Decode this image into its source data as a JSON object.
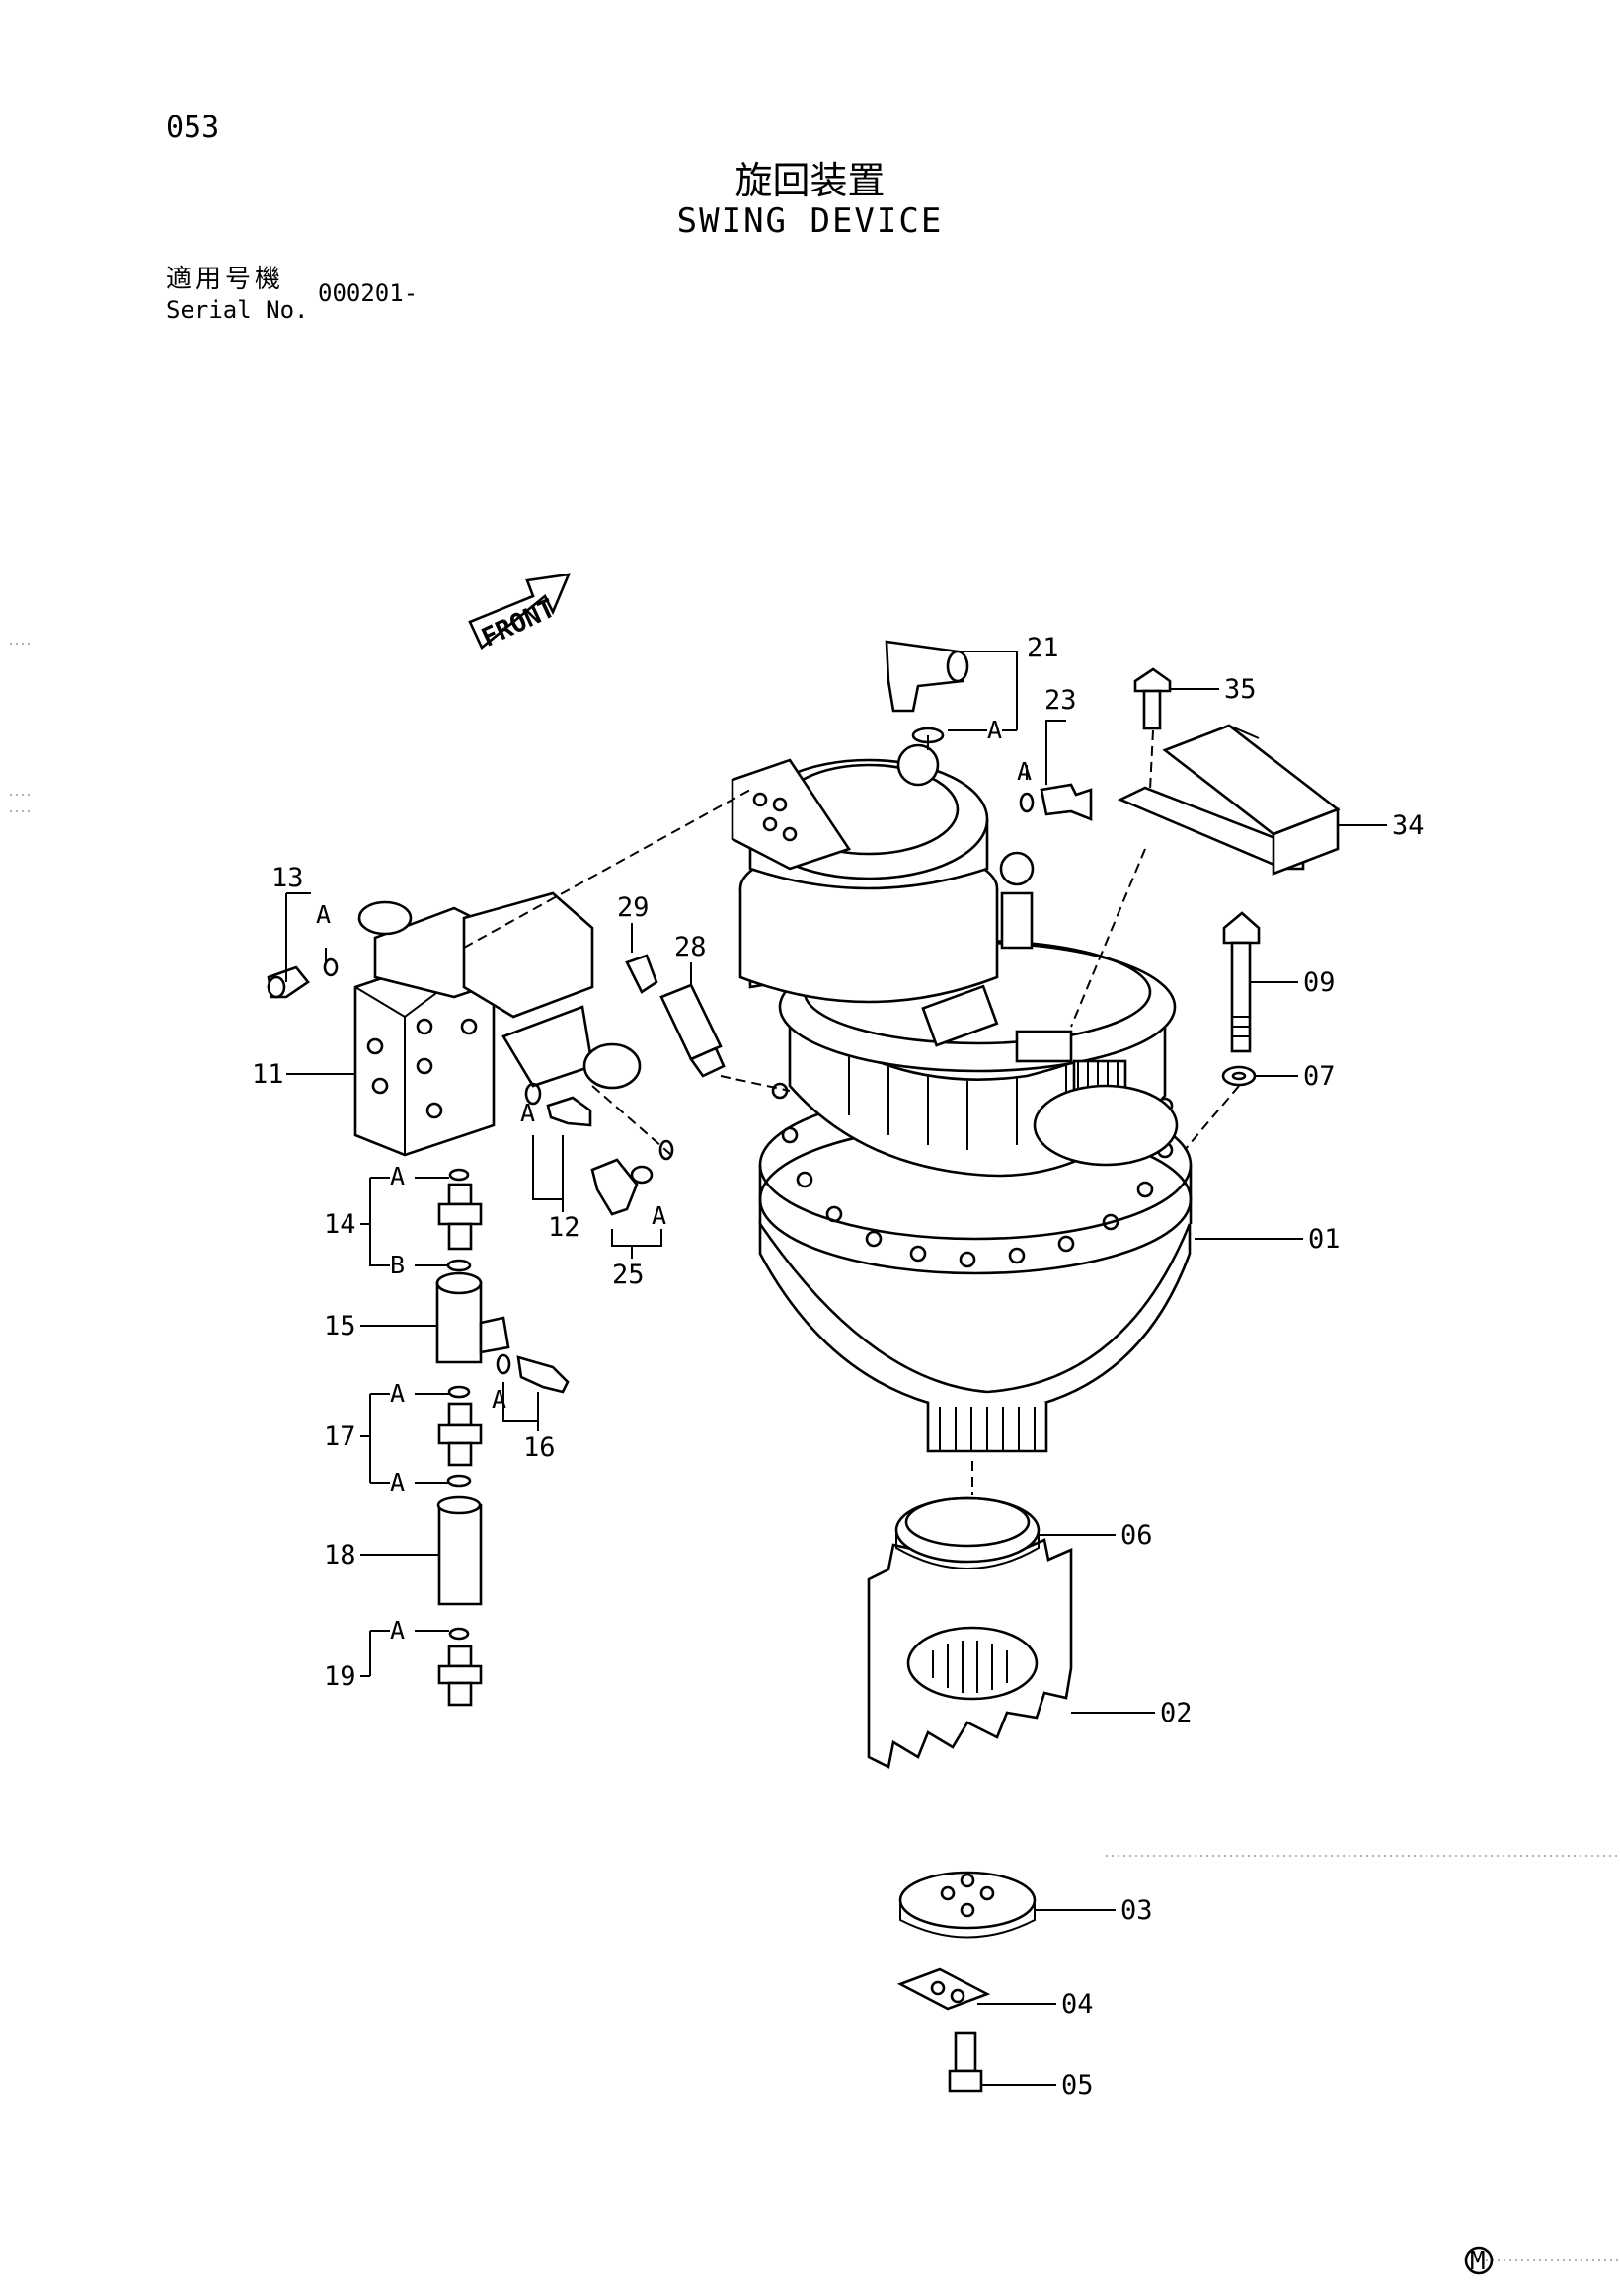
{
  "page_number": "053",
  "title_jp": "旋回装置",
  "title_en": "SWING DEVICE",
  "serial": {
    "label_jp": "適用号機",
    "label_en": "Serial No.",
    "value": "000201-"
  },
  "front_arrow": "FRONT",
  "callouts": {
    "p01": "01",
    "p02": "02",
    "p03": "03",
    "p04": "04",
    "p05": "05",
    "p06": "06",
    "p07": "07",
    "p09": "09",
    "p11": "11",
    "p12": "12",
    "p13": "13",
    "p14": "14",
    "p15": "15",
    "p16": "16",
    "p17": "17",
    "p18": "18",
    "p19": "19",
    "p21": "21",
    "p23": "23",
    "p25": "25",
    "p28": "28",
    "p29": "29",
    "p34": "34",
    "p35": "35"
  },
  "sub_labels": {
    "a": "A",
    "b": "B"
  },
  "footer_mark": "M"
}
